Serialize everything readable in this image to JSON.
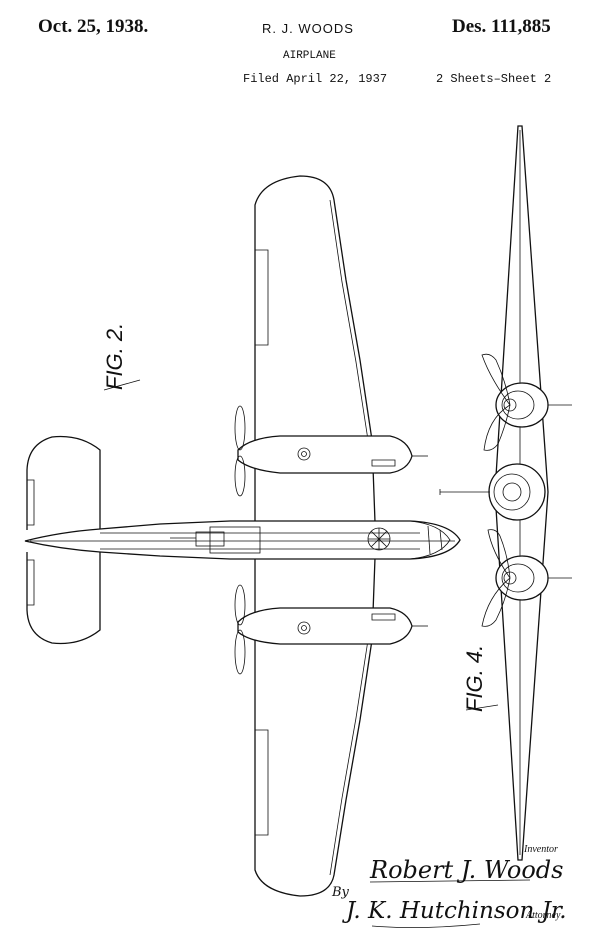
{
  "header": {
    "date": "Oct. 25, 1938.",
    "inventor": "R. J. WOODS",
    "patent_number": "Des. 111,885",
    "title": "AIRPLANE",
    "filed": "Filed April 22, 1937",
    "sheets": "2 Sheets–Sheet 2"
  },
  "figures": {
    "fig2_label": "FIG. 2.",
    "fig4_label": "FIG. 4."
  },
  "signature_block": {
    "inventor_caption": "Inventor",
    "inventor_signature": "Robert J. Woods",
    "by_label": "By",
    "attorney_signature": "J. K. Hutchinson Jr.",
    "attorney_caption": "Attorney"
  }
}
